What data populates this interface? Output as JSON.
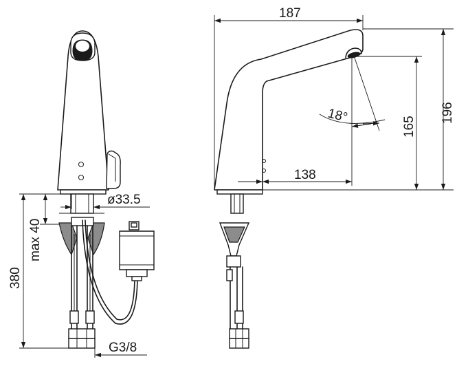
{
  "dimensions": {
    "overall_length": "187",
    "total_height": "196",
    "outlet_height": "165",
    "reach": "138",
    "spray_angle": "18°",
    "base_diameter": "ø33.5",
    "mounting_thickness": "max 40",
    "hose_length": "380",
    "connection_thread": "G3/8"
  }
}
